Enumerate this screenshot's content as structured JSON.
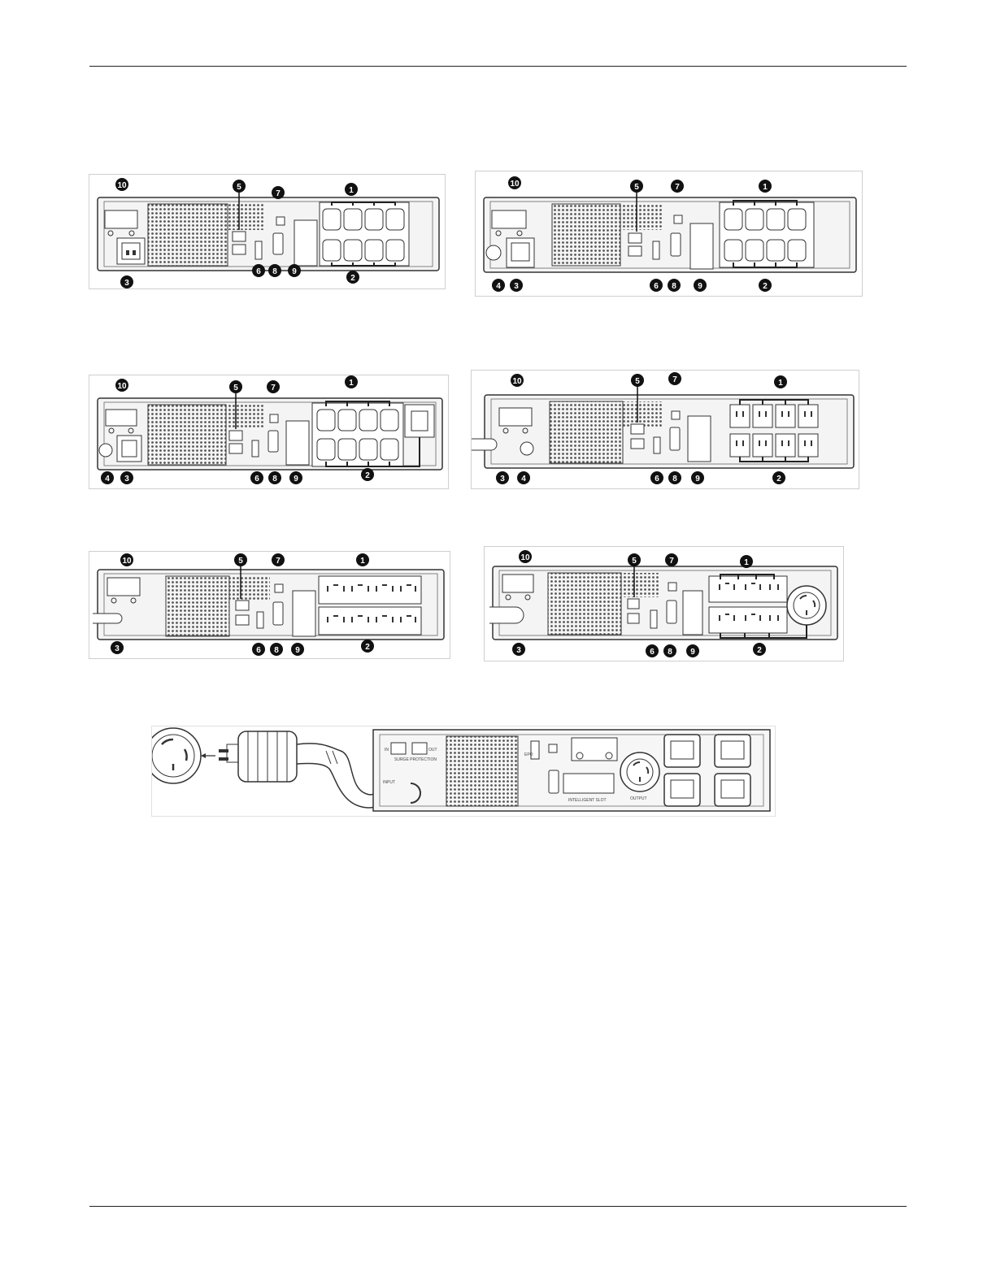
{
  "panels": [
    {
      "id": "panel-a",
      "has_breaker": false,
      "input": "iec-inlet",
      "outlets": "iec-c13",
      "callouts": [
        "10",
        "5",
        "7",
        "1",
        "3",
        "6",
        "8",
        "9",
        "2"
      ]
    },
    {
      "id": "panel-b",
      "has_breaker": true,
      "input": "iec-inlet",
      "outlets": "iec-c13",
      "callouts": [
        "10",
        "5",
        "7",
        "1",
        "4",
        "3",
        "6",
        "8",
        "9",
        "2"
      ]
    },
    {
      "id": "panel-c",
      "has_breaker": true,
      "input": "iec-inlet",
      "outlets": "iec-c13",
      "extra_outlet": "iec-c19",
      "callouts": [
        "10",
        "5",
        "7",
        "1",
        "4",
        "3",
        "6",
        "8",
        "9",
        "2"
      ]
    },
    {
      "id": "panel-d",
      "has_breaker": true,
      "input": "power-cord",
      "outlets": "nema-5-15",
      "callouts": [
        "10",
        "5",
        "7",
        "1",
        "3",
        "4",
        "6",
        "8",
        "9",
        "2"
      ]
    },
    {
      "id": "panel-e",
      "has_breaker": false,
      "input": "power-cord",
      "outlets": "nema-5-20",
      "callouts": [
        "10",
        "5",
        "7",
        "1",
        "3",
        "6",
        "8",
        "9",
        "2"
      ]
    },
    {
      "id": "panel-f",
      "has_breaker": false,
      "input": "power-cord",
      "outlets": "nema-5-20",
      "extra_outlet": "twist-lock",
      "callouts": [
        "10",
        "5",
        "7",
        "1",
        "3",
        "6",
        "8",
        "9",
        "2"
      ]
    }
  ],
  "bottom_panel": {
    "labels": {
      "surge": "SURGE PROTECTION",
      "in": "IN",
      "out": "OUT",
      "slot": "INTELLIGENT SLOT",
      "card": "EPO",
      "output": "OUTPUT",
      "input": "INPUT"
    }
  }
}
